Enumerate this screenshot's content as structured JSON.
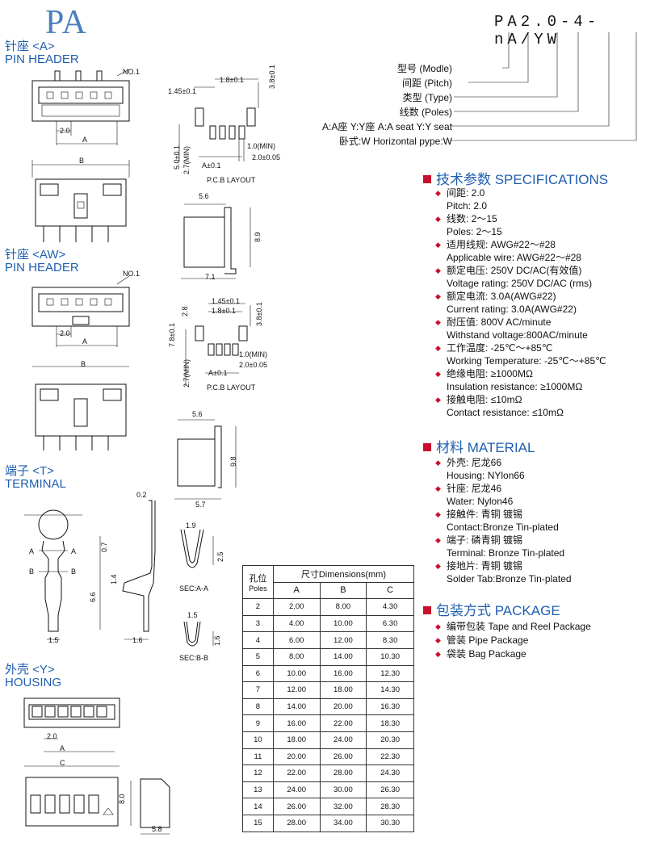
{
  "series_title": "PA",
  "sections": {
    "pin_header_a": {
      "cn": "针座 <A>",
      "en": "PIN HEADER"
    },
    "pin_header_aw": {
      "cn": "针座 <AW>",
      "en": "PIN HEADER"
    },
    "terminal": {
      "cn": "端子 <T>",
      "en": "TERMINAL"
    },
    "housing": {
      "cn": "外壳 <Y>",
      "en": "HOUSING"
    }
  },
  "part_code": {
    "code": "PA2.0-4-nA/YW",
    "legend": [
      "型号 (Modle)",
      "间距 (Pitch)",
      "类型 (Type)",
      "线数 (Poles)",
      "A:A座  Y:Y座  A:A seat  Y:Y seat",
      "卧式:W Horizontal pype:W"
    ]
  },
  "drawing_labels": {
    "no1": "NO.1",
    "d20": "2.0",
    "a": "A",
    "b": "B",
    "c": "C",
    "d145": "1.45±0.1",
    "d18": "1.8±0.1",
    "d38": "3.8±0.1",
    "d50": "5.0±0.1",
    "d27min": "2.7(MIN)",
    "d10min": "1.0(MIN)",
    "d20tol": "2.0±0.05",
    "atol": "A±0.1",
    "pcb": "P.C.B LAYOUT",
    "d56": "5.6",
    "d89": "8.9",
    "d71": "7.1",
    "d28": "2.8",
    "d78": "7.8±0.1",
    "d98": "9.8",
    "d57": "5.7",
    "d02": "0.2",
    "d07": "0.7",
    "d14": "1.4",
    "d66": "6.6",
    "d15": "1.5",
    "d16": "1.6",
    "d19": "1.9",
    "d25": "2.5",
    "seca": "SEC:A-A",
    "secb": "SEC:B-B",
    "d80": "8.0",
    "d58": "5.8"
  },
  "dimensions_table": {
    "col_poles_cn": "孔位",
    "col_poles_en": "Poles",
    "col_dims": "尺寸Dimensions(mm)",
    "headers": [
      "A",
      "B",
      "C"
    ],
    "rows": [
      [
        "2",
        "2.00",
        "8.00",
        "4.30"
      ],
      [
        "3",
        "4.00",
        "10.00",
        "6.30"
      ],
      [
        "4",
        "6.00",
        "12.00",
        "8.30"
      ],
      [
        "5",
        "8.00",
        "14.00",
        "10.30"
      ],
      [
        "6",
        "10.00",
        "16.00",
        "12.30"
      ],
      [
        "7",
        "12.00",
        "18.00",
        "14.30"
      ],
      [
        "8",
        "14.00",
        "20.00",
        "16.30"
      ],
      [
        "9",
        "16.00",
        "22.00",
        "18.30"
      ],
      [
        "10",
        "18.00",
        "24.00",
        "20.30"
      ],
      [
        "11",
        "20.00",
        "26.00",
        "22.30"
      ],
      [
        "12",
        "22.00",
        "28.00",
        "24.30"
      ],
      [
        "13",
        "24.00",
        "30.00",
        "26.30"
      ],
      [
        "14",
        "26.00",
        "32.00",
        "28.30"
      ],
      [
        "15",
        "28.00",
        "34.00",
        "30.30"
      ]
    ]
  },
  "specifications": {
    "heading": "技术参数 SPECIFICATIONS",
    "items": [
      {
        "cn": "间距: 2.0",
        "en": "Pitch:  2.0"
      },
      {
        "cn": "线数: 2～15",
        "en": "Poles: 2～15"
      },
      {
        "cn": "适用线规: AWG#22～#28",
        "en": "Applicable wire: AWG#22～#28"
      },
      {
        "cn": "额定电压: 250V DC/AC(有效值)",
        "en": "Voltage rating: 250V DC/AC (rms)"
      },
      {
        "cn": "额定电流: 3.0A(AWG#22)",
        "en": "Current rating: 3.0A(AWG#22)"
      },
      {
        "cn": "耐压值: 800V AC/minute",
        "en": "Withstand voltage:800AC/minute"
      },
      {
        "cn": "工作温度: -25℃～+85℃",
        "en": "Working Temperature: -25℃～+85℃"
      },
      {
        "cn": "绝缘电阻: ≥1000MΩ",
        "en": "Insulation resistance: ≥1000MΩ"
      },
      {
        "cn": "接触电阻: ≤10mΩ",
        "en": "Contact resistance: ≤10mΩ"
      }
    ]
  },
  "material": {
    "heading": "材料 MATERIAL",
    "items": [
      {
        "cn": "外壳: 尼龙66",
        "en": "Housing: NYlon66"
      },
      {
        "cn": "针座: 尼龙46",
        "en": "Water: Nylon46"
      },
      {
        "cn": "接触件: 青铜 镀锡",
        "en": "Contact:Bronze Tin-plated"
      },
      {
        "cn": "端子: 磷青铜 镀锡",
        "en": "Terminal:  Bronze Tin-plated"
      },
      {
        "cn": "接地片: 青铜 镀锡",
        "en": "Solder Tab:Bronze Tin-plated"
      }
    ]
  },
  "package": {
    "heading": "包装方式 PACKAGE",
    "items": [
      "编带包装 Tape and Reel Package",
      "管装 Pipe Package",
      "袋装 Bag Package"
    ]
  }
}
